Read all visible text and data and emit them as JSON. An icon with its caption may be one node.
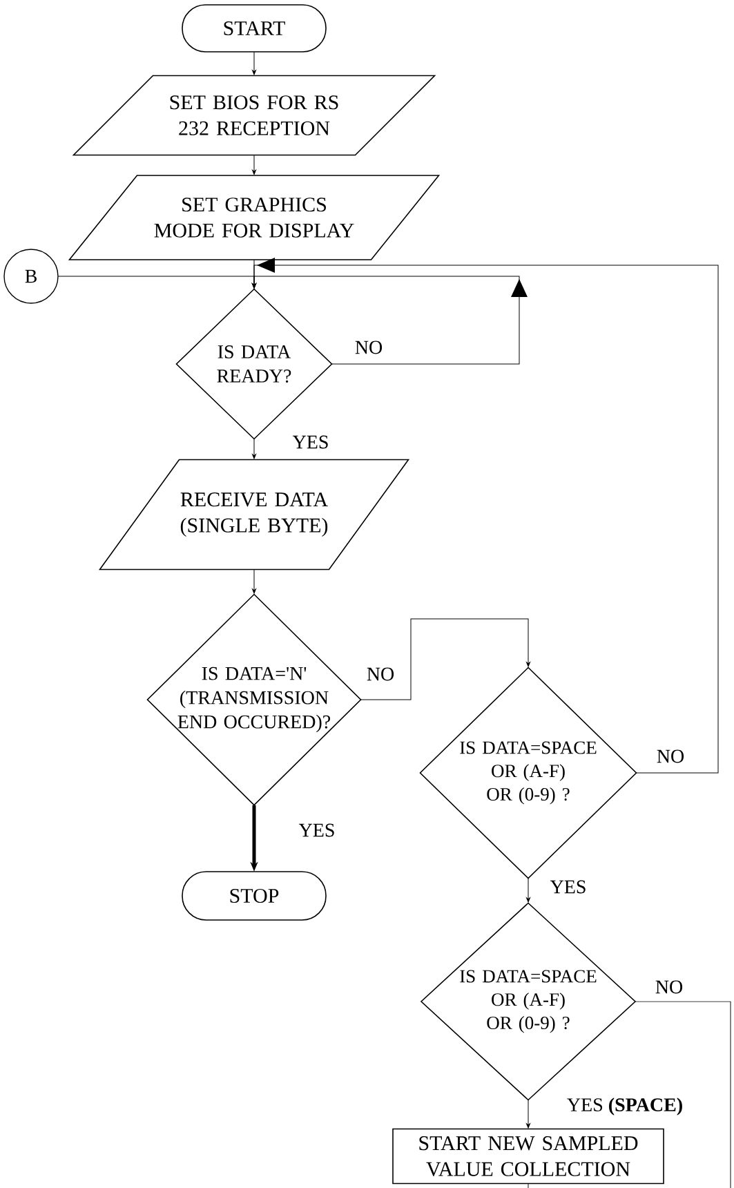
{
  "diagram": {
    "nodes": [
      {
        "text": [
          "START"
        ]
      },
      {
        "text": [
          "SET BIOS FOR RS 232 RECEPTION"
        ]
      },
      {
        "text": [
          "SET GRAPHICS MODE FOR DISPLAY"
        ]
      },
      {
        "text": [
          "B"
        ]
      },
      {
        "text": [
          "IS DATA READY?"
        ]
      },
      {
        "text": [
          "RECEIVE DATA (SINGLE BYTE)"
        ]
      },
      {
        "text": [
          "IS DATA='N' (TRANSMISSION END OCCURED)?"
        ]
      },
      {
        "text": [
          "STOP"
        ]
      },
      {
        "text": [
          "IS DATA=SPACE OR (A-F) OR (0-9) ?"
        ]
      },
      {
        "text": [
          "IS DATA=SPACE OR (A-F) OR (0-9) ?"
        ]
      },
      {
        "text": [
          "START NEW SAMPLED VALUE COLLECTION"
        ]
      }
    ],
    "edges": [
      {
        "from": 0,
        "to": 1,
        "arrow": "to"
      },
      {
        "from": 1,
        "to": 2,
        "arrow": "to"
      },
      {
        "from": 2,
        "to": 4,
        "arrow": "to"
      },
      {
        "from": 3,
        "to": 4,
        "arrow": "to"
      },
      {
        "from": 4,
        "to": 4,
        "arrow": "to",
        "label": "NO"
      },
      {
        "from": 4,
        "to": 5,
        "arrow": "to",
        "label": "YES"
      },
      {
        "from": 5,
        "to": 6,
        "arrow": "to"
      },
      {
        "from": 6,
        "to": 7,
        "arrow": "to",
        "label": "YES",
        "style": "thick"
      },
      {
        "from": 6,
        "to": 8,
        "arrow": "to",
        "label": "NO"
      },
      {
        "from": 8,
        "to": 4,
        "arrow": "to",
        "label": "NO"
      },
      {
        "from": 8,
        "to": 9,
        "arrow": "to",
        "label": "YES"
      },
      {
        "from": 9,
        "to": 10,
        "arrow": "to",
        "label": "YES **(SPACE)**"
      },
      {
        "from": 9,
        "to": null,
        "arrow": "none",
        "label": "NO"
      },
      {
        "from": 10,
        "to": null,
        "arrow": "none"
      }
    ]
  }
}
